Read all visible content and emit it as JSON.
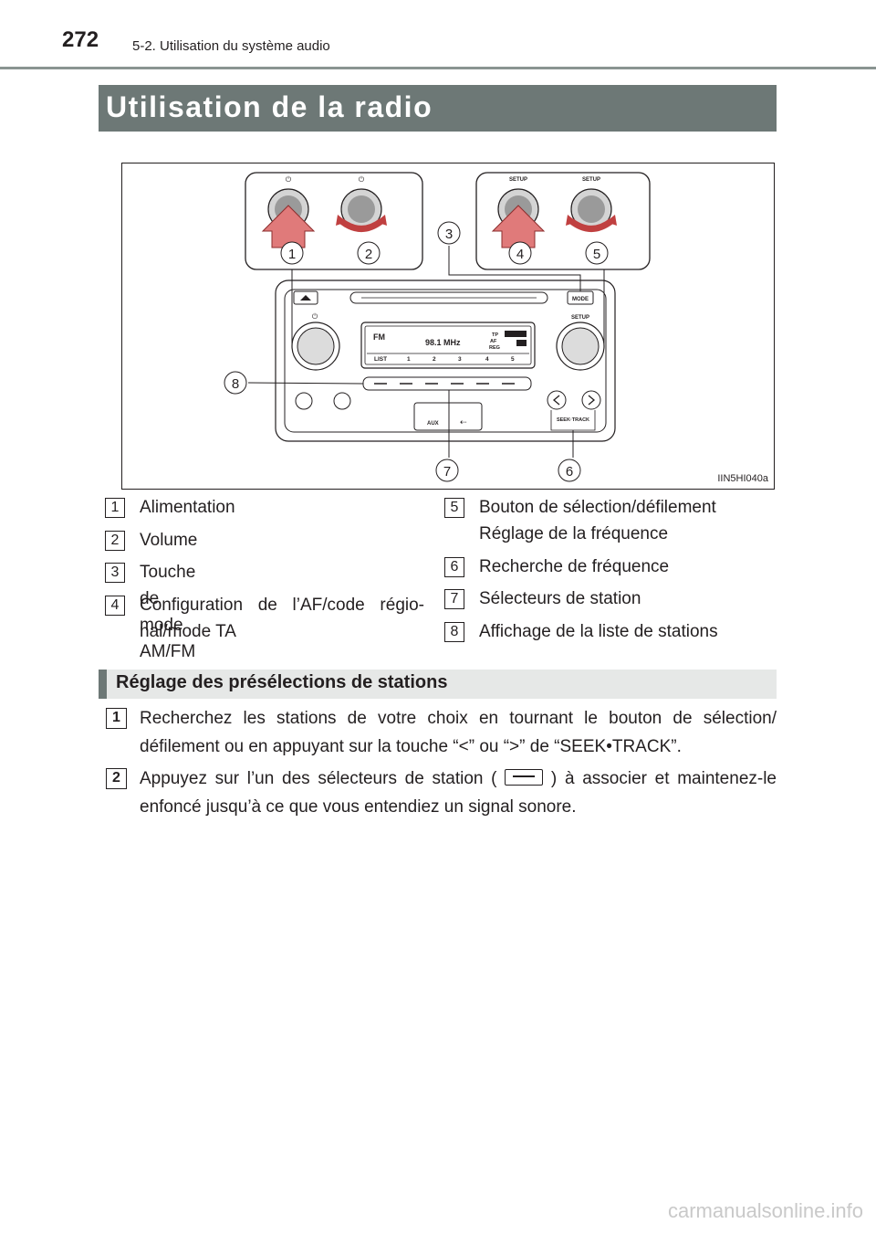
{
  "header": {
    "page_number": "272",
    "breadcrumb": "5-2. Utilisation du système audio"
  },
  "title": "Utilisation de la radio",
  "figure": {
    "id": "IIN5HI040a",
    "panel_labels": {
      "setup": "SETUP",
      "mode": "MODE",
      "fm": "FM",
      "frequency": "98.1 MHz",
      "tp": "TP",
      "af": "AF",
      "reg": "REG",
      "list": "LIST",
      "presets": [
        "1",
        "2",
        "3",
        "4",
        "5"
      ],
      "aux": "AUX",
      "seek_track": "SEEK·TRACK"
    },
    "callouts": [
      "1",
      "2",
      "3",
      "4",
      "5",
      "6",
      "7",
      "8"
    ]
  },
  "legend": {
    "left": [
      {
        "num": "1",
        "lines": [
          "Alimentation"
        ]
      },
      {
        "num": "2",
        "lines": [
          "Volume"
        ]
      },
      {
        "num": "3",
        "lines": [
          "Touche de mode AM/FM"
        ]
      },
      {
        "num": "4",
        "lines": [
          "Configuration de l’AF/code régio-",
          "nal/mode TA"
        ]
      }
    ],
    "right": [
      {
        "num": "5",
        "lines": [
          "Bouton de sélection/défilement",
          "Réglage de la fréquence"
        ]
      },
      {
        "num": "6",
        "lines": [
          "Recherche de fréquence"
        ]
      },
      {
        "num": "7",
        "lines": [
          "Sélecteurs de station"
        ]
      },
      {
        "num": "8",
        "lines": [
          "Affichage de la liste de stations"
        ]
      }
    ]
  },
  "section": {
    "title": "Réglage des présélections de stations",
    "steps": [
      {
        "num": "1",
        "text": "Recherchez les stations de votre choix en tournant le bouton de sélection/ défilement ou en appuyant sur la touche “<” ou “>” de “SEEK•TRACK”."
      },
      {
        "num": "2",
        "text_before": "Appuyez sur l’un des sélecteurs de station (",
        "text_after": ") à associer et maintenez-le enfoncé jusqu’à ce que vous entendiez un signal sonore."
      }
    ]
  },
  "watermark": "carmanualsonline.info"
}
